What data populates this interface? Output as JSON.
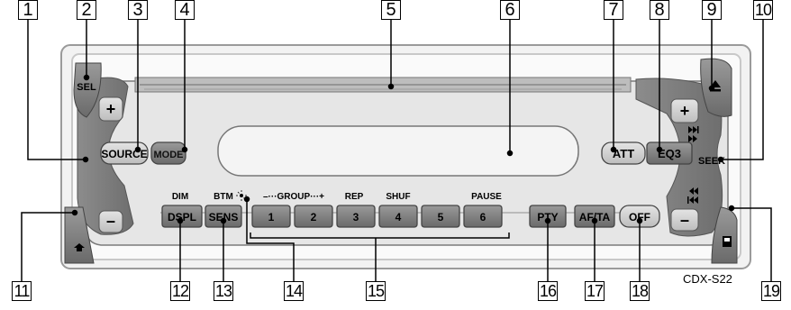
{
  "model": "CDX-S22",
  "callouts": [
    "1",
    "2",
    "3",
    "4",
    "5",
    "6",
    "7",
    "8",
    "9",
    "10",
    "11",
    "12",
    "13",
    "14",
    "15",
    "16",
    "17",
    "18",
    "19"
  ],
  "buttons": {
    "sel": "SEL",
    "source": "SOURCE",
    "mode": "MODE",
    "att": "ATT",
    "eq3": "EQ3",
    "dspl": "DSPL",
    "sens": "SENS",
    "pty": "PTY",
    "afta": "AF/TA",
    "off": "OFF",
    "preset": [
      "1",
      "2",
      "3",
      "4",
      "5",
      "6"
    ],
    "plus": "+",
    "minus": "–"
  },
  "labels": {
    "dim": "DIM",
    "btm": "BTM",
    "group": "–···GROUP···+",
    "rep": "REP",
    "shuf": "SHUF",
    "pause": "PAUSE",
    "seek": "SEEK"
  },
  "icons": {
    "eject": "eject-icon",
    "release": "front-panel-release-icon",
    "reset": "reset-icon",
    "next": "next-track-icon",
    "prev": "previous-track-icon"
  }
}
